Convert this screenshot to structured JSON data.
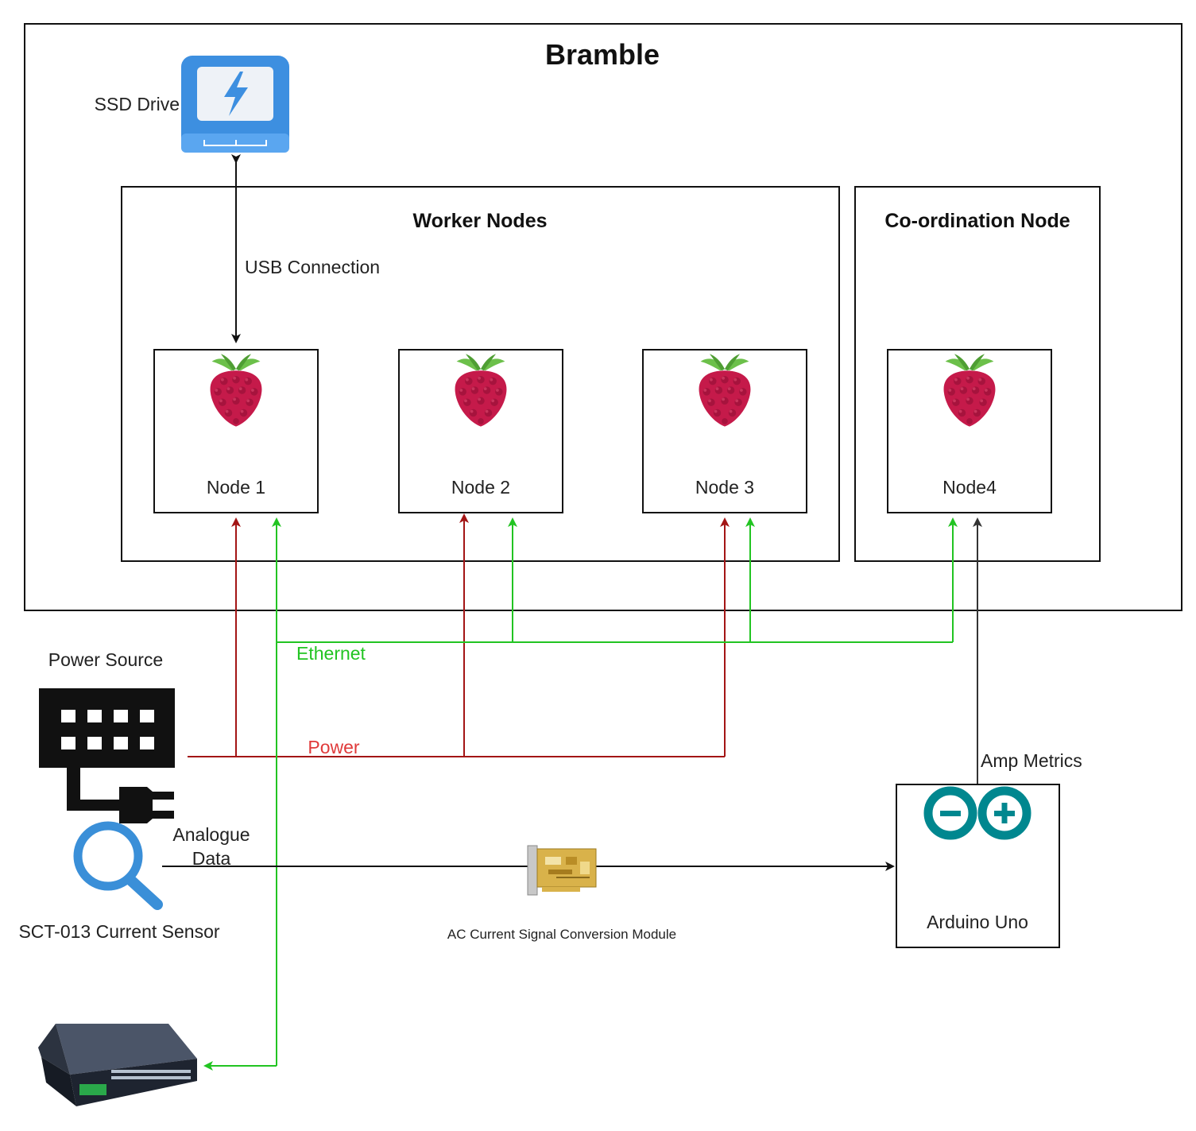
{
  "title": "Bramble",
  "groups": {
    "worker": "Worker Nodes",
    "coordination": "Co-ordination Node"
  },
  "nodes": [
    "Node 1",
    "Node 2",
    "Node 3",
    "Node4"
  ],
  "devices": {
    "ssd": "SSD Drive",
    "power_source": "Power Source",
    "sensor": "SCT-013 Current Sensor",
    "converter": "AC Current Signal Conversion Module",
    "arduino": "Arduino Uno",
    "switch": ""
  },
  "connections": {
    "usb": "USB Connection",
    "ethernet": "Ethernet",
    "power": "Power",
    "analogue_line1": "Analogue",
    "analogue_line2": "Data",
    "amp_metrics": "Amp Metrics"
  },
  "colors": {
    "ethernet": "#22c422",
    "power": "#a31515",
    "power_label": "#e03a3a",
    "raspberry": "#c51a4a",
    "raspberry_leaf": "#6cc04a",
    "ssd": "#3d8fe0",
    "sensor": "#3a8fd8",
    "arduino": "#00878f"
  },
  "icons": [
    "ssd-drive-icon",
    "raspberry-pi-icon",
    "power-source-icon",
    "magnifier-sensor-icon",
    "circuit-board-icon",
    "arduino-logo-icon",
    "network-switch-icon"
  ]
}
